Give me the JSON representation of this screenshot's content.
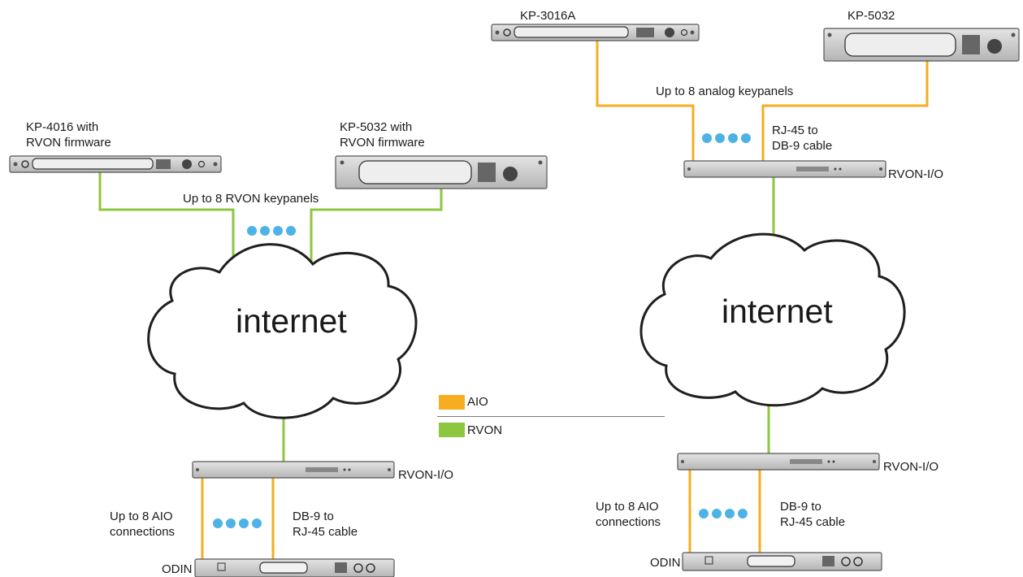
{
  "colors": {
    "aio": "#f6ad1f",
    "rvon": "#8dc63f",
    "dots": "#4db3e6",
    "device_face": "#cfcfcf",
    "device_border": "#555555"
  },
  "left": {
    "kp4016_label": "KP-4016 with\nRVON firmware",
    "kp5032_label": "KP-5032 with\nRVON firmware",
    "keypanels_label": "Up to 8 RVON keypanels",
    "cloud_label": "internet",
    "rvon_io_label": "RVON-I/O",
    "aio_connections_label": "Up to 8 AIO\nconnections",
    "cable_label": "DB-9 to\nRJ-45 cable",
    "odin_label": "ODIN"
  },
  "right": {
    "kp3016a_label": "KP-3016A",
    "kp5032_label": "KP-5032",
    "keypanels_label": "Up to 8 analog keypanels",
    "rj45_cable_label": "RJ-45 to\nDB-9 cable",
    "rvon_io_top_label": "RVON-I/O",
    "cloud_label": "internet",
    "rvon_io_bottom_label": "RVON-I/O",
    "aio_connections_label": "Up to 8 AIO\nconnections",
    "cable_label": "DB-9 to\nRJ-45 cable",
    "odin_label": "ODIN"
  },
  "legend": [
    {
      "label": "AIO",
      "color": "#f6ad1f"
    },
    {
      "label": "RVON",
      "color": "#8dc63f"
    }
  ]
}
